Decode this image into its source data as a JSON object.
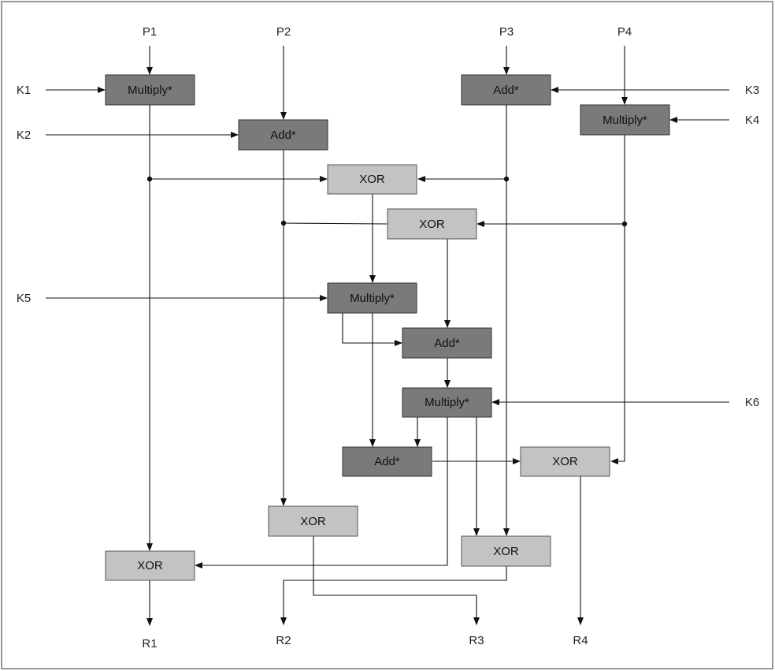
{
  "colors": {
    "dark_block": "#7a7a7a",
    "light_block": "#c3c3c3",
    "frame": "#555555",
    "line": "#111111"
  },
  "inputs": [
    "P1",
    "P2",
    "P3",
    "P4"
  ],
  "keys": [
    "K1",
    "K2",
    "K3",
    "K4",
    "K5",
    "K6"
  ],
  "outputs": [
    "R1",
    "R2",
    "R3",
    "R4"
  ],
  "blocks": {
    "mul1": "Multiply*",
    "add2": "Add*",
    "add3": "Add*",
    "mul4": "Multiply*",
    "xor_a": "XOR",
    "xor_b": "XOR",
    "mul5": "Multiply*",
    "add_mid": "Add*",
    "mul6": "Multiply*",
    "add_low": "Add*",
    "xor_r4": "XOR",
    "xor_r2": "XOR",
    "xor_r3": "XOR",
    "xor_r1": "XOR"
  }
}
